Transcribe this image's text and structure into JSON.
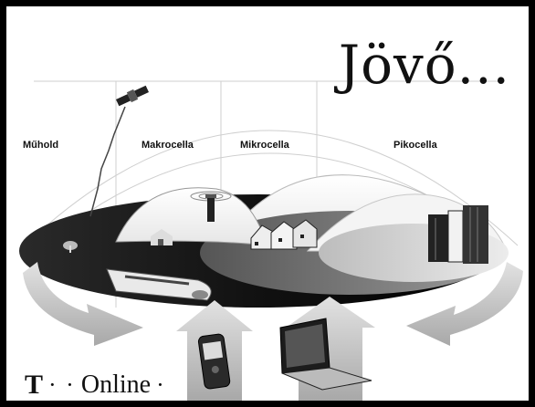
{
  "title": "Jövő...",
  "zones": {
    "satellite": "Műhold",
    "macrocell": "Makrocella",
    "microcell": "Mikrocella",
    "picocell": "Pikocella"
  },
  "brand": {
    "t": "T",
    "dots": "· ·",
    "name": "Online",
    "trailing_dot": "·"
  },
  "colors": {
    "frame": "#000000",
    "background": "#ffffff",
    "dark_disc": "#111111",
    "mid_disc": "#8c8c8c",
    "light_disc": "#d9d9d9",
    "arrow": "#bdbdbd"
  },
  "icons": [
    "satellite-icon",
    "dish-icon",
    "house-icon",
    "antenna-tower-icon",
    "train-icon",
    "village-icon",
    "skyscraper-icon",
    "mobile-phone-icon",
    "laptop-icon"
  ]
}
